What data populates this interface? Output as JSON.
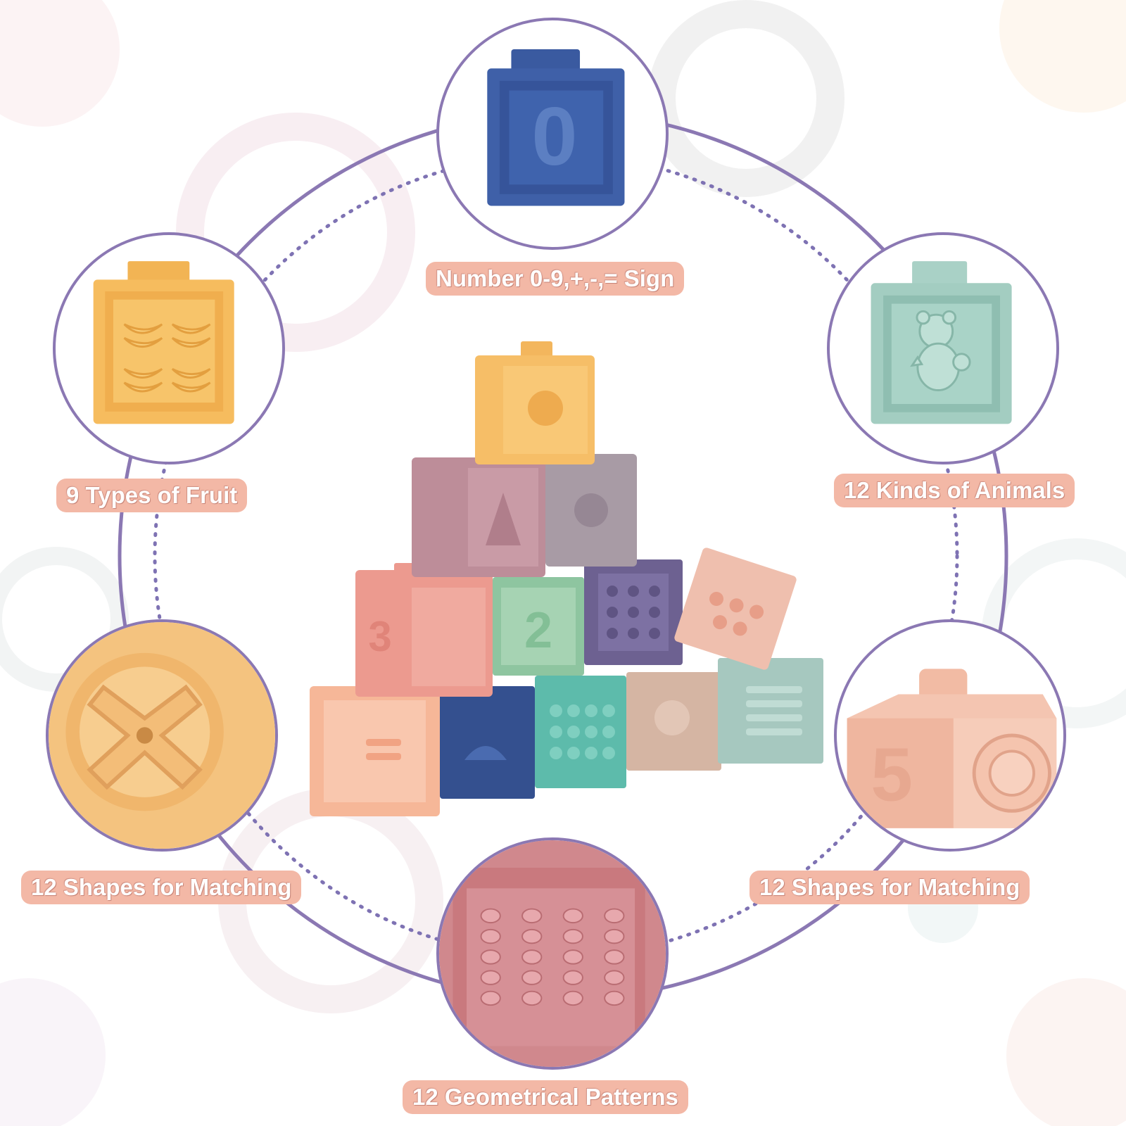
{
  "labels": {
    "top": "Number 0-9,+,-,= Sign",
    "upper_left": "9 Types of Fruit",
    "upper_right": "12 Kinds of Animals",
    "lower_left": "12 Shapes for Matching",
    "lower_right": "12 Shapes for Matching",
    "bottom": "12 Geometrical Patterns"
  },
  "block_glyphs": {
    "zero": "0",
    "two": "2",
    "three": "3",
    "five": "5"
  },
  "icons": {
    "top": "number-block-icon",
    "upper_left": "fruit-block-icon",
    "upper_right": "animal-block-icon",
    "lower_left": "shape-socket-icon",
    "lower_right": "lion-block-icon",
    "bottom": "pattern-block-icon"
  },
  "colors": {
    "ring": "#8b78b3",
    "label_bg": "#f3b8a6",
    "label_text": "#ffffff"
  }
}
